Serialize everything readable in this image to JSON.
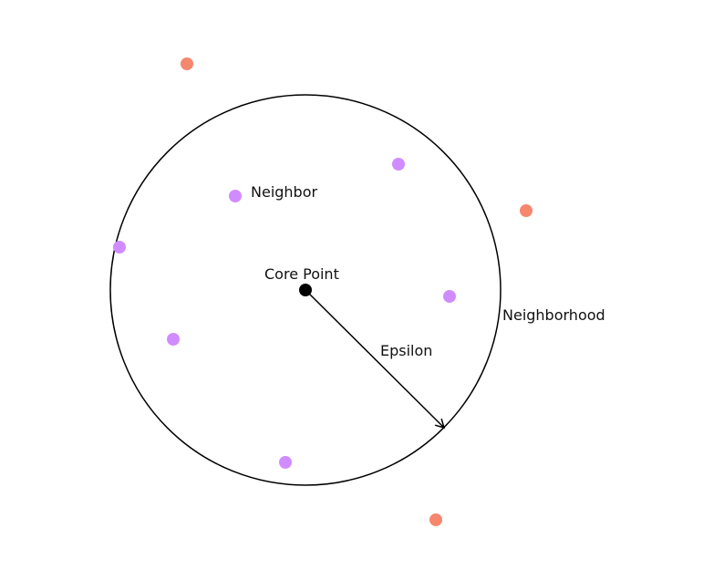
{
  "labels": {
    "core": "Core Point",
    "neighbor": "Neighbor",
    "epsilon": "Epsilon",
    "neighborhood": "Neighborhood"
  },
  "colors": {
    "background": "#ffffff",
    "circle_stroke": "#000000",
    "core_point": "#000000",
    "neighbor_point": "#d08cff",
    "outlier_point": "#f5876e",
    "text": "#111111"
  }
}
